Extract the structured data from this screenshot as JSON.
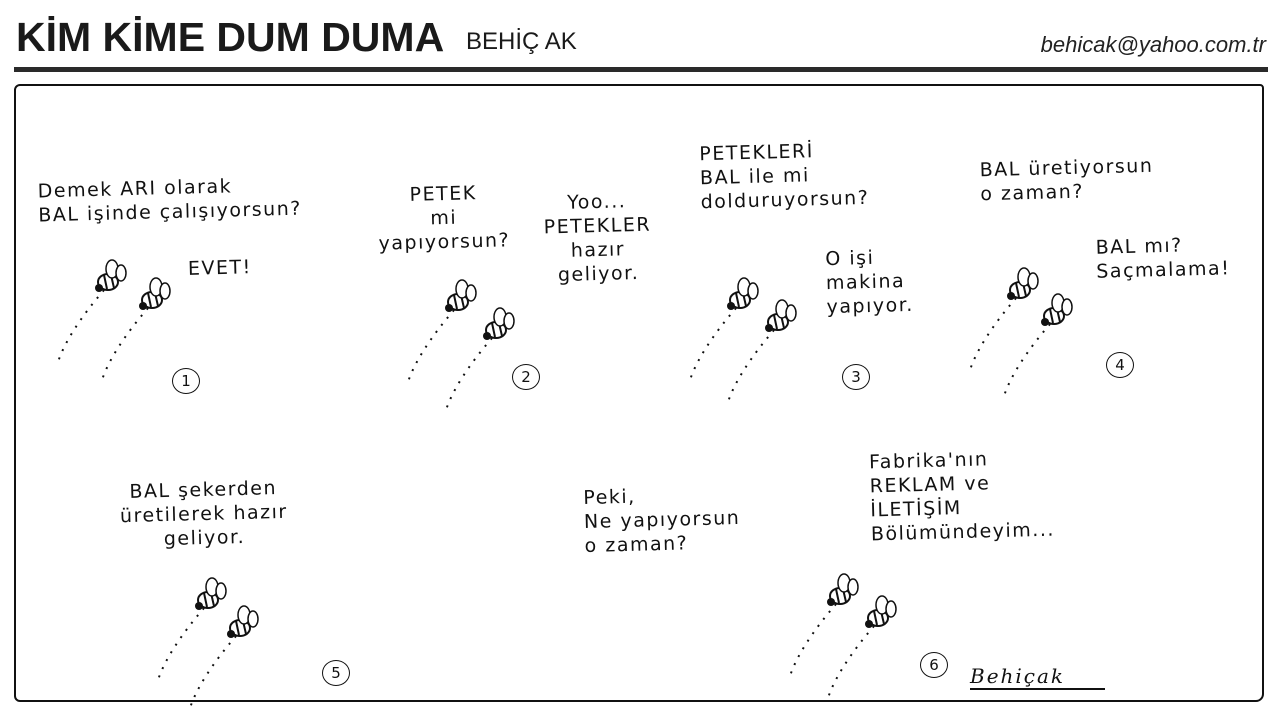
{
  "header": {
    "title": "KİM KİME DUM DUMA",
    "author": "BEHİÇ AK",
    "email": "behicak@yahoo.com.tr"
  },
  "panels": [
    {
      "number": "1",
      "lines": [
        "Demek ARI olarak\nBAL işinde çalışıyorsun?",
        "EVET!"
      ]
    },
    {
      "number": "2",
      "lines": [
        "PETEK\nmi\nyapıyorsun?",
        "Yoo...\nPETEKLER\nhazır\ngeliyor."
      ]
    },
    {
      "number": "3",
      "lines": [
        "PETEKLERİ\nBAL ile mi\ndolduruyorsun?",
        "O işi\nmakina\nyapıyor."
      ]
    },
    {
      "number": "4",
      "lines": [
        "BAL üretiyorsun\no zaman?",
        "BAL mı?\nSaçmalama!"
      ]
    },
    {
      "number": "5",
      "lines": [
        "BAL şekerden\nüretilerek hazır\ngeliyor."
      ]
    },
    {
      "number": "6",
      "lines": [
        "Peki,\nNe yapıyorsun\no zaman?",
        "Fabrika'nın\nREKLAM ve\nİLETİŞİM\nBölümündeyim..."
      ]
    }
  ],
  "signature": "Behiçak"
}
